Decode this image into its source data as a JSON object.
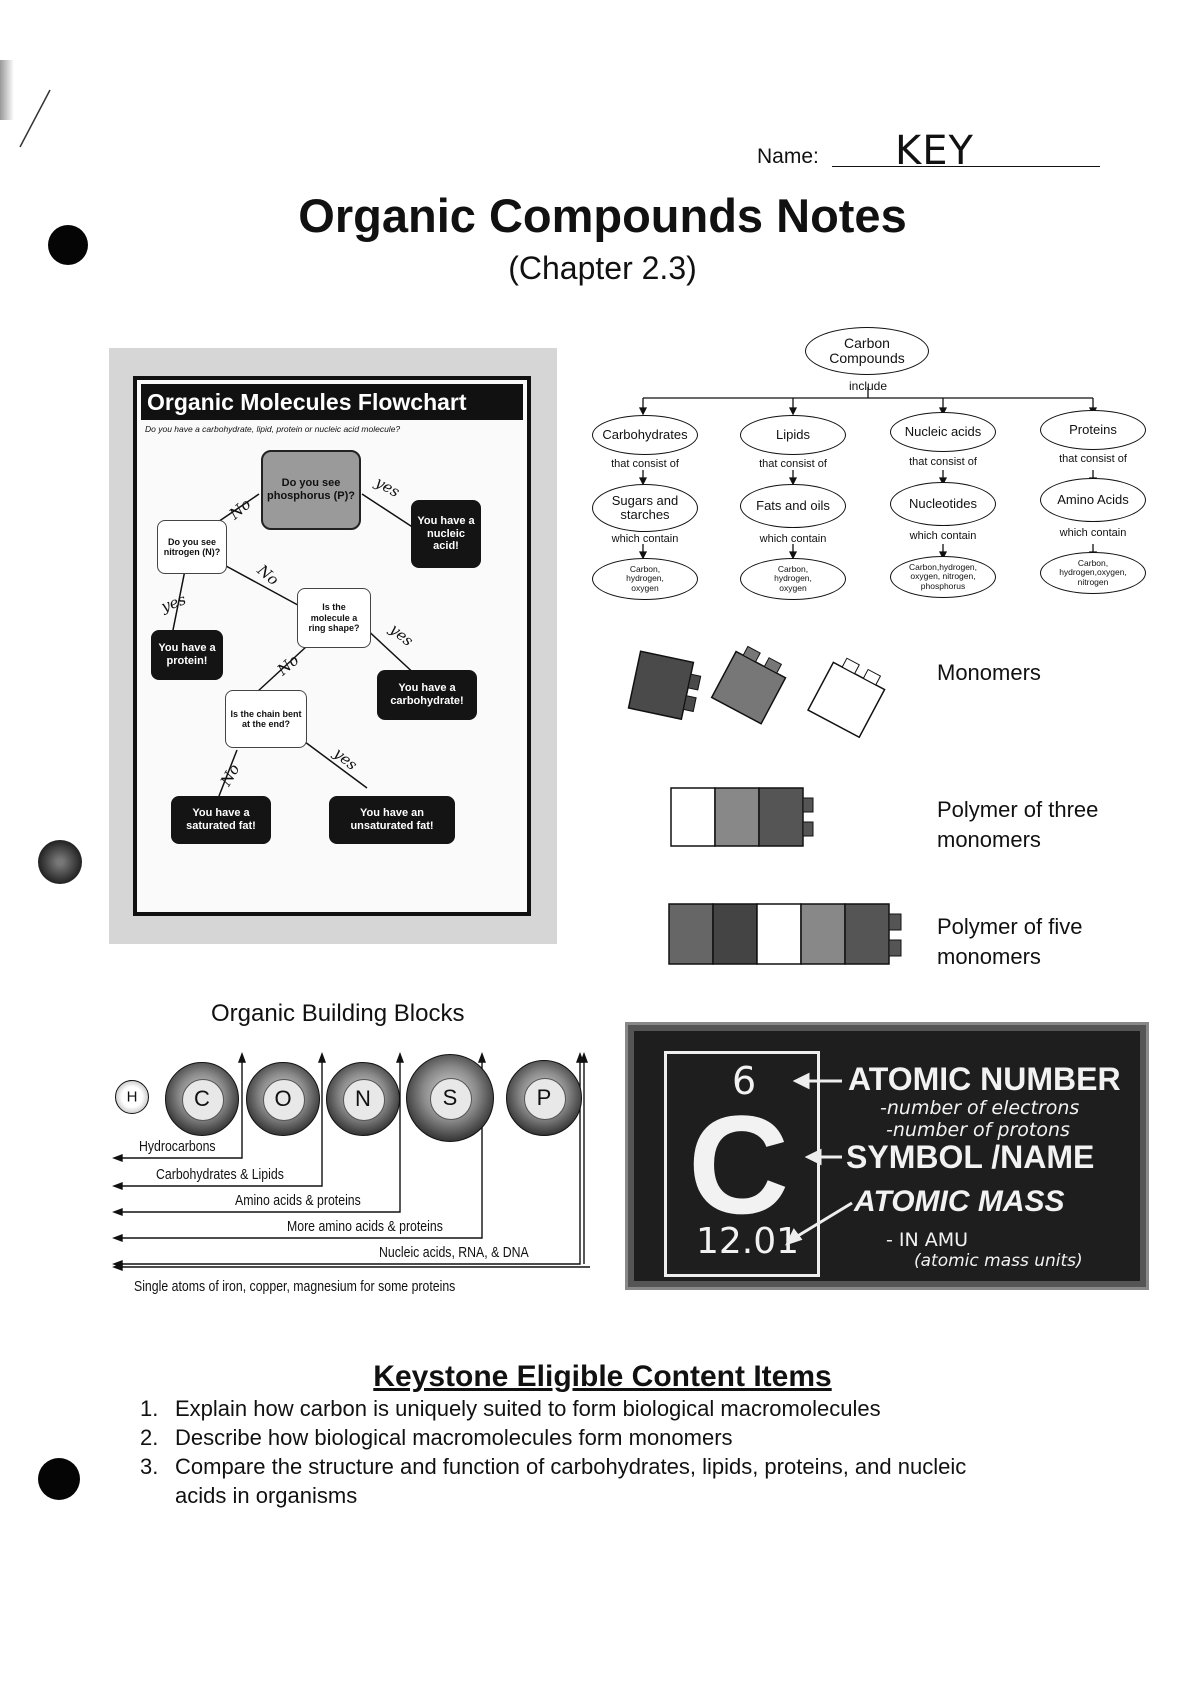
{
  "header": {
    "name_label": "Name:",
    "name_value": "KEY",
    "title": "Organic Compounds Notes",
    "subtitle": "(Chapter 2.3)"
  },
  "flowchart": {
    "title": "Organic Molecules Flowchart",
    "question": "Do you have a carbohydrate, lipid, protein or nucleic acid molecule?",
    "phosphorus_q": "Do you see phosphorus (P)?",
    "nitrogen_q": "Do you see nitrogen (N)?",
    "ring_q": "Is the molecule a ring shape?",
    "chain_q": "Is the chain bent at the end?",
    "nucleic": "You have a nucleic acid!",
    "protein": "You have a protein!",
    "carbohydrate": "You have a carbohydrate!",
    "saturated": "You have a saturated fat!",
    "unsaturated": "You have an unsaturated fat!",
    "yes": "yes",
    "no": "No"
  },
  "concept_map": {
    "root": "Carbon Compounds",
    "include": "include",
    "consist": "that consist of",
    "contain": "which contain",
    "branches": [
      {
        "name": "Carbohydrates",
        "sub": "Sugars and starches",
        "elements": "Carbon, hydrogen, oxygen"
      },
      {
        "name": "Lipids",
        "sub": "Fats and oils",
        "elements": "Carbon, hydrogen, oxygen"
      },
      {
        "name": "Nucleic acids",
        "sub": "Nucleotides",
        "elements": "Carbon,hydrogen, oxygen, nitrogen, phosphorus"
      },
      {
        "name": "Proteins",
        "sub": "Amino Acids",
        "elements": "Carbon, hydrogen,oxygen, nitrogen"
      }
    ]
  },
  "polymers": {
    "monomers": "Monomers",
    "three_line1": "Polymer of three",
    "three_line2": "monomers",
    "five_line1": "Polymer of five",
    "five_line2": "monomers"
  },
  "building_blocks": {
    "title": "Organic Building Blocks",
    "atoms": [
      "H",
      "C",
      "O",
      "N",
      "S",
      "P"
    ],
    "labels": [
      "Hydrocarbons",
      "Carbohydrates & Lipids",
      "Amino acids & proteins",
      "More amino acids & proteins",
      "Nucleic acids,  RNA, & DNA",
      "Single atoms of iron, copper, magnesium for some proteins"
    ]
  },
  "chalkboard": {
    "atomic_number_value": "6",
    "symbol": "C",
    "mass_value": "12.01",
    "atomic_number": "ATOMIC NUMBER",
    "electrons": "-number of electrons",
    "protons": "-number of protons",
    "symbol_name": "SYMBOL /NAME",
    "atomic_mass": "ATOMIC MASS",
    "in_amu": "- IN AMU",
    "amu_full": "(atomic mass units)"
  },
  "keystone": {
    "title": "Keystone Eligible Content Items",
    "items": [
      {
        "num": "1.",
        "text": "Explain how carbon is uniquely suited to form biological macromolecules"
      },
      {
        "num": "2.",
        "text": "Describe how biological macromolecules form monomers"
      },
      {
        "num": "3.",
        "text": "Compare the structure and function of carbohydrates, lipids, proteins, and nucleic",
        "text2": "acids in organisms"
      }
    ]
  }
}
